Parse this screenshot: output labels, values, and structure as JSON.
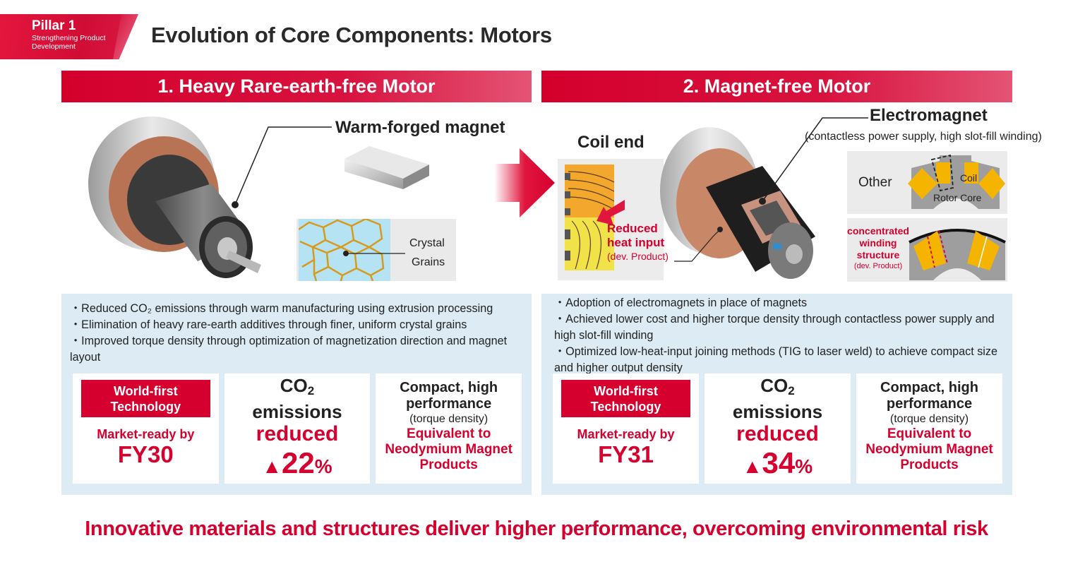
{
  "header": {
    "pillar_title": "Pillar 1",
    "pillar_subtitle_line1": "Strengthening Product",
    "pillar_subtitle_line2": "Development",
    "page_title": "Evolution of Core Components: Motors"
  },
  "colors": {
    "brand_red": "#d6002f",
    "panel_blue": "#dcebf4",
    "card_white": "#ffffff",
    "text_dark": "#222222"
  },
  "sections": [
    {
      "title": "1. Heavy Rare-earth-free Motor",
      "illustration": {
        "callout_main": "Warm-forged magnet",
        "crystal_label_line1": "Crystal",
        "crystal_label_line2": "Grains",
        "icons": [
          "motor-rotor-illustration",
          "magnet-block-illustration",
          "crystal-grains-diagram"
        ]
      },
      "bullets": [
        "・Reduced CO₂ emissions through warm manufacturing using extrusion processing",
        "・Elimination of heavy rare-earth additives through finer, uniform crystal grains",
        "・Improved torque density through optimization of magnetization direction and magnet layout"
      ],
      "cards": {
        "badge_line1": "World-first",
        "badge_line2": "Technology",
        "market_label": "Market-ready by",
        "market_fy": "FY30",
        "co2_label": "CO",
        "co2_sub": "2",
        "emissions_label": "emissions",
        "reduced_label": "reduced",
        "reduction_triangle": "▲",
        "reduction_value": "22",
        "reduction_unit": "%",
        "compact_line1": "Compact, high",
        "compact_line2": "performance",
        "torque_label": "(torque density)",
        "equiv_line1": "Equivalent to",
        "equiv_line2": "Neodymium Magnet",
        "equiv_line3": "Products"
      }
    },
    {
      "title": "2. Magnet-free Motor",
      "illustration": {
        "coil_end_label": "Coil end",
        "reduced_heat_line1": "Reduced",
        "reduced_heat_line2": "heat input",
        "dev_product": "(dev. Product)",
        "callout_main": "Electromagnet",
        "callout_sub": "(contactless power supply, high slot-fill winding)",
        "other_label": "Other",
        "coil_label": "Coil",
        "rotor_core_label": "Rotor Core",
        "concentrated_line1": "concentrated",
        "concentrated_line2": "winding",
        "concentrated_line3": "structure",
        "concentrated_dev": "(dev. Product)",
        "icons": [
          "coil-end-illustration",
          "motor-electromagnet-illustration",
          "rotor-core-diagram"
        ]
      },
      "bullets": [
        "・Adoption of electromagnets in place of magnets",
        "・Achieved lower cost and higher torque density through contactless power supply and high slot-fill winding",
        "・Optimized low-heat-input joining methods (TIG to laser weld) to achieve compact size and higher output density"
      ],
      "cards": {
        "badge_line1": "World-first",
        "badge_line2": "Technology",
        "market_label": "Market-ready by",
        "market_fy": "FY31",
        "co2_label": "CO",
        "co2_sub": "2",
        "emissions_label": "emissions",
        "reduced_label": "reduced",
        "reduction_triangle": "▲",
        "reduction_value": "34",
        "reduction_unit": "%",
        "compact_line1": "Compact, high",
        "compact_line2": "performance",
        "torque_label": "(torque density)",
        "equiv_line1": "Equivalent to",
        "equiv_line2": "Neodymium Magnet",
        "equiv_line3": "Products"
      }
    }
  ],
  "tagline": "Innovative materials and structures deliver higher performance, overcoming environmental risk"
}
